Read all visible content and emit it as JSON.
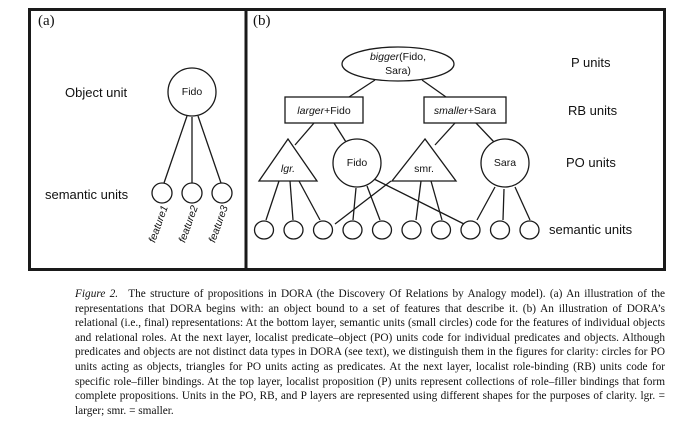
{
  "panel_a": {
    "label": "(a)",
    "object_unit_label": "Object unit",
    "semantic_units_label": "semantic units",
    "object_node": "Fido",
    "features": [
      "feature1",
      "feature2",
      "feature3"
    ]
  },
  "panel_b": {
    "label": "(b)",
    "layer_labels": {
      "p": "P units",
      "rb": "RB units",
      "po": "PO units",
      "semantic": "semantic units"
    },
    "p_node": {
      "italic": "bigger",
      "rest_line1": "(Fido,",
      "line2": "Sara)"
    },
    "rb_nodes": [
      {
        "italic": "larger",
        "rest": "+Fido"
      },
      {
        "italic": "smaller",
        "rest": "+Sara"
      }
    ],
    "po_nodes": [
      {
        "label": "lgr.",
        "shape": "triangle",
        "italic": true
      },
      {
        "label": "Fido",
        "shape": "circle",
        "italic": false
      },
      {
        "label": "smr.",
        "shape": "triangle",
        "italic": false
      },
      {
        "label": "Sara",
        "shape": "circle",
        "italic": false
      }
    ],
    "semantic_unit_count": 10
  },
  "caption": {
    "figure_label": "Figure 2.",
    "text": "The structure of propositions in DORA (the Discovery Of Relations by Analogy model). (a) An illustration of the representations that DORA begins with: an object bound to a set of features that describe it. (b) An illustration of DORA’s relational (i.e., final) representations: At the bottom layer, semantic units (small circles) code for the features of individual objects and relational roles. At the next layer, localist predicate–object (PO) units code for individual predicates and objects. Although predicates and objects are not distinct data types in DORA (see text), we distinguish them in the figures for clarity: circles for PO units acting as objects, triangles for PO units acting as predicates. At the next layer, localist role-binding (RB) units code for specific role–filler bindings. At the top layer, localist proposition (P) units represent collections of role–filler bindings that form complete propositions. Units in the PO, RB, and P layers are represented using different shapes for the purposes of clarity. lgr. = larger; smr. = smaller."
  }
}
